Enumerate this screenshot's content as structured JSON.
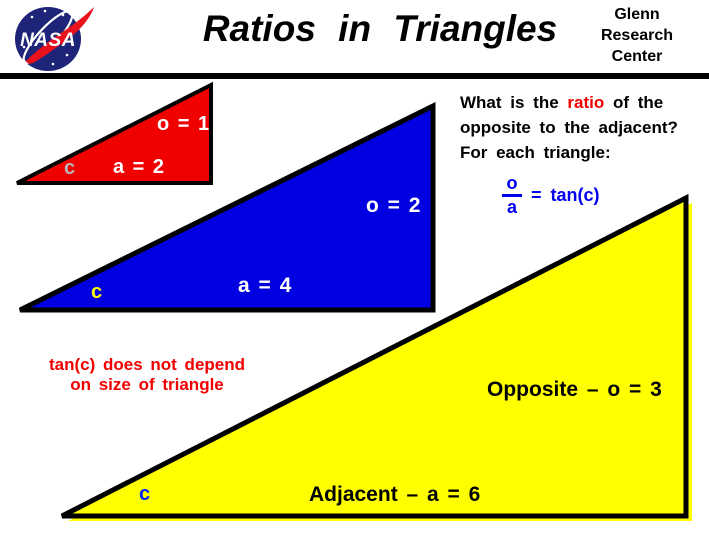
{
  "header": {
    "title": "Ratios in Triangles",
    "org_lines": {
      "l1": "Glenn",
      "l2": "Research",
      "l3": "Center"
    },
    "logo_text": "NASA"
  },
  "question": {
    "line1_pre": "What is the ",
    "ratio_word": "ratio",
    "line1_post": " of the",
    "line2": "opposite to the adjacent?",
    "line3": "For each triangle:"
  },
  "formula": {
    "numerator": "o",
    "denominator": "a",
    "equals": "=",
    "rhs": "tan(c)"
  },
  "note": {
    "line1": "tan(c) does not depend",
    "line2": "on size of triangle"
  },
  "triangles": {
    "red": {
      "opposite": "o = 1",
      "angle": "c",
      "adjacent": "a = 2"
    },
    "blue": {
      "opposite": "o = 2",
      "angle": "c",
      "adjacent": "a = 4"
    },
    "yellow": {
      "opposite": "Opposite – o = 3",
      "angle": "c",
      "adjacent": "Adjacent –  a = 6"
    }
  },
  "colors": {
    "red_fill": "#f10000",
    "blue_fill": "#0000e0",
    "yellow_fill": "#ffff00",
    "formula_blue": "#0000ee",
    "note_red": "#f20000",
    "logo_navy": "#1e2478",
    "swoosh_red": "#e8111c",
    "outline_black": "#000000"
  }
}
